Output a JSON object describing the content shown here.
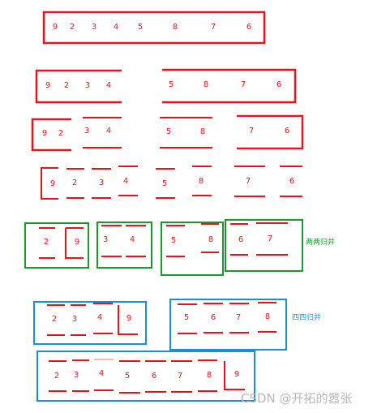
{
  "colors": {
    "red": "#e8141b",
    "green": "#1a9a2a",
    "blue": "#1a8fd6",
    "watermark": "#b8b8b8"
  },
  "levels": [
    {
      "groups": [
        [
          "9",
          "2",
          "3",
          "4",
          "5",
          "8",
          "7",
          "6"
        ]
      ]
    },
    {
      "groups": [
        [
          "9",
          "2",
          "3",
          "4"
        ],
        [
          "5",
          "8",
          "7",
          "6"
        ]
      ]
    },
    {
      "groups": [
        [
          "9",
          "2"
        ],
        [
          "3",
          "4"
        ],
        [
          "5",
          "8"
        ],
        [
          "7",
          "6"
        ]
      ]
    },
    {
      "groups": [
        [
          "9"
        ],
        [
          "2"
        ],
        [
          "3"
        ],
        [
          "4"
        ],
        [
          "5"
        ],
        [
          "8"
        ],
        [
          "7"
        ],
        [
          "6"
        ]
      ]
    },
    {
      "groups": [
        [
          "2",
          "9"
        ],
        [
          "3",
          "4"
        ],
        [
          "5",
          "8"
        ],
        [
          "6",
          "7"
        ]
      ],
      "label": "两两归并"
    },
    {
      "groups": [
        [
          "2",
          "3",
          "4",
          "9"
        ],
        [
          "5",
          "6",
          "7",
          "8"
        ]
      ],
      "label": "四四归并"
    },
    {
      "groups": [
        [
          "2",
          "3",
          "4",
          "5",
          "6",
          "7",
          "8",
          "9"
        ]
      ]
    }
  ],
  "watermark": "CSDN @开拓的嚣张"
}
